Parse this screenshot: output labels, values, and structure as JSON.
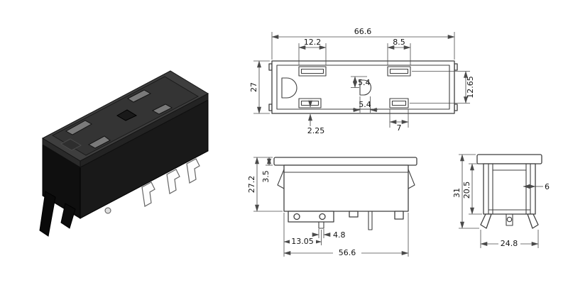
{
  "colors": {
    "object_line": "#3f3f3f",
    "dimension_line": "#4a4a4a",
    "text": "#141414",
    "outlet_face": "#3e3e3e",
    "outlet_body": "#191919",
    "slot_gray": "#7a7a7a"
  },
  "front_view": {
    "dims": {
      "overall_width": "66.6",
      "top_left_slot_width": "12.2",
      "top_right_slot_width": "8.5",
      "overall_height": "27",
      "ground_vertical_offset": "5.4",
      "ground_hole_width": "5.4",
      "slot_row_spacing": "12.65",
      "bottom_slot_offset": "2.25",
      "bottom_right_slot_width": "7"
    }
  },
  "side_view": {
    "dims": {
      "overall_height": "27.2",
      "flange_thickness": "3.5",
      "terminal_pin_width": "4.8",
      "terminal_pin_offset": "13.05",
      "body_width": "56.6"
    }
  },
  "end_view": {
    "dims": {
      "overall_height": "31",
      "body_height": "20.5",
      "channel_width": "6",
      "body_width": "24.8"
    }
  }
}
